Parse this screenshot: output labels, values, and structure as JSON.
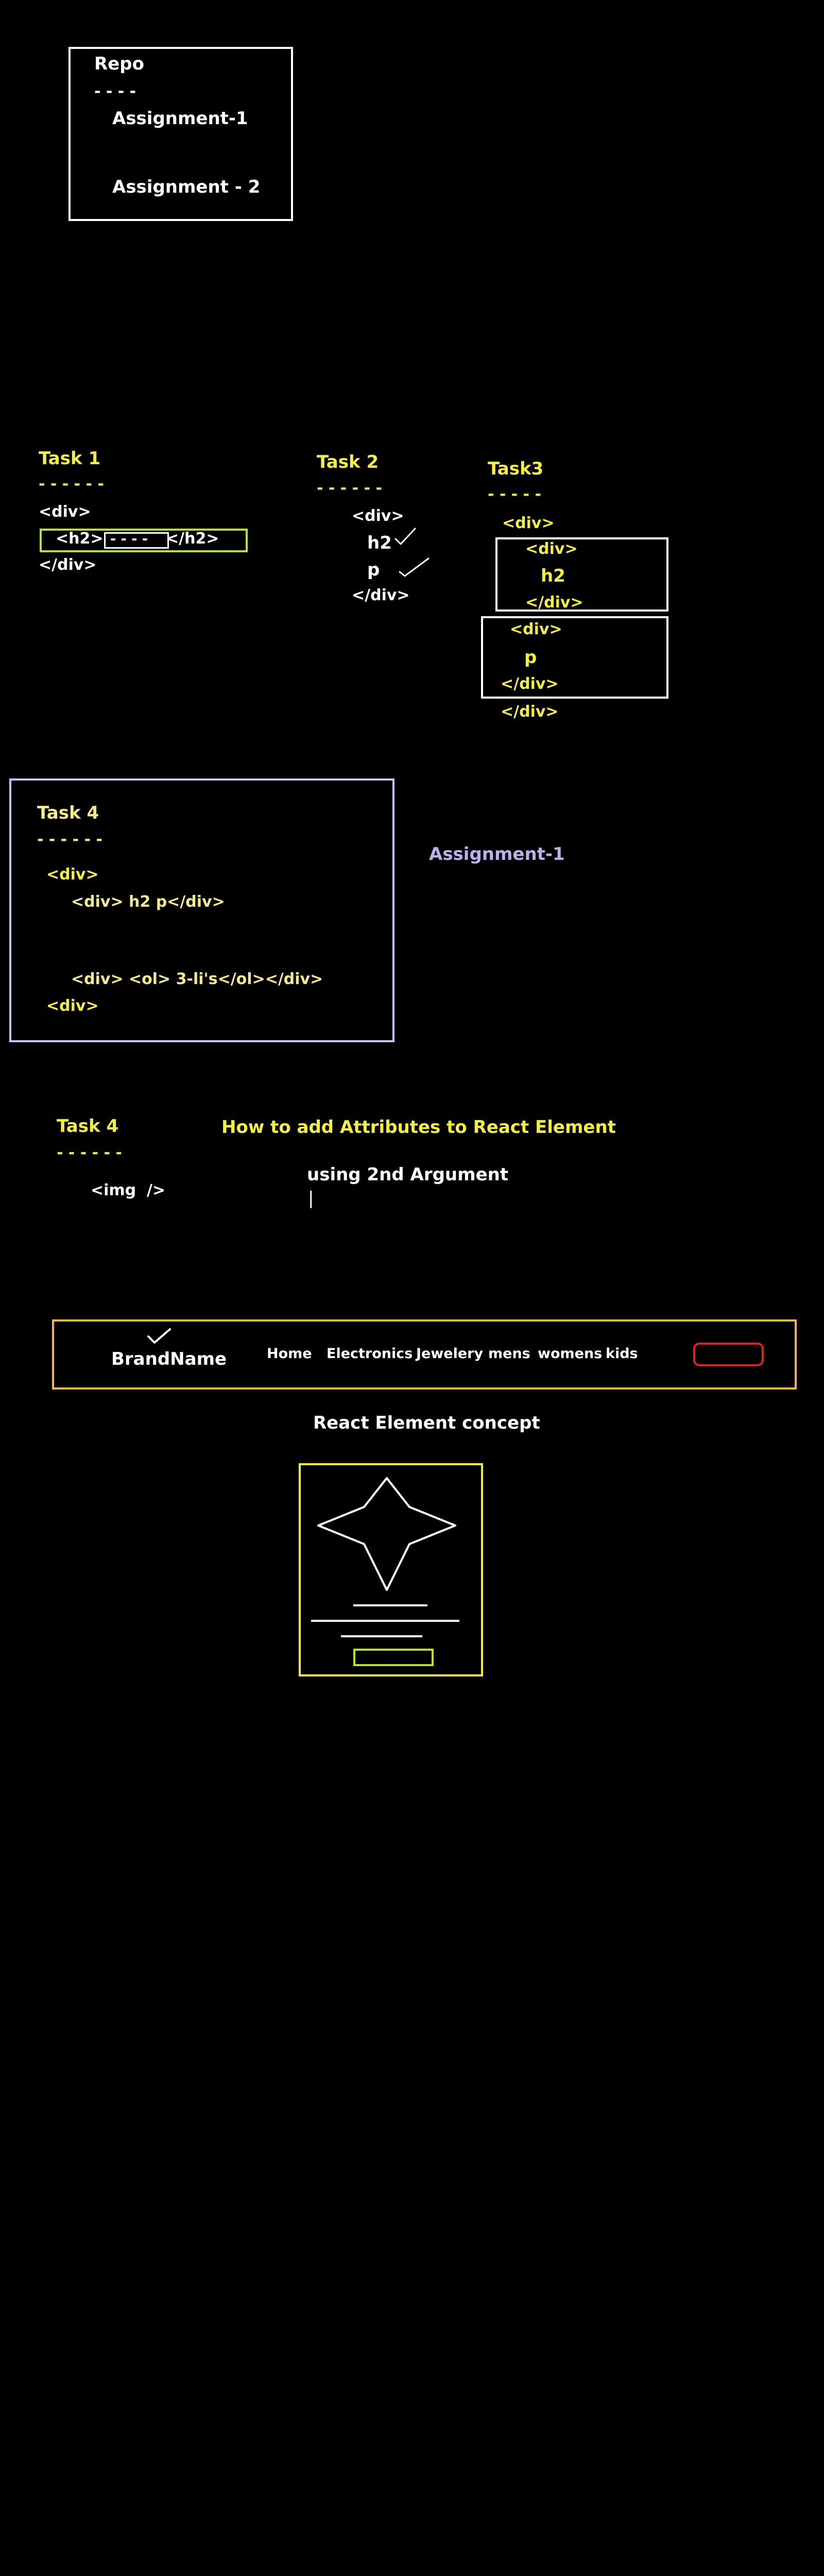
{
  "repo": {
    "title": "Repo",
    "dashes": "- - - -",
    "items": [
      "Assignment-1",
      "Assignment - 2"
    ]
  },
  "task1": {
    "title": "Task 1",
    "dashes": "- - - - - -",
    "open_div": "<div>",
    "h2_open": "<h2>",
    "h2_content": "- - - -",
    "h2_close": "</h2>",
    "close_div": "</div>"
  },
  "task2": {
    "title": "Task 2",
    "dashes": "- - - - - -",
    "open_div": "<div>",
    "h2": "h2",
    "p": "p",
    "close_div": "</div>"
  },
  "task3": {
    "title": "Task3",
    "dashes": "- - - - -",
    "outer_open": "<div>",
    "inner1_open": "<div>",
    "inner1_content": "h2",
    "inner1_close": "</div>",
    "inner2_open": "<div>",
    "inner2_content": "p",
    "inner2_close": "</div>",
    "outer_close": "</div>"
  },
  "task4": {
    "title": "Task 4",
    "dashes": "- - - - - -",
    "line1": "<div>",
    "line2": "<div> h2 p</div>",
    "line3": "<div> <ol> 3-li's</ol></div>",
    "line4": "<div>",
    "label": "Assignment-1"
  },
  "task4b": {
    "title": "Task 4",
    "dashes": "- - - - - -",
    "img": "<img  />",
    "heading": "How to add Attributes to React Element",
    "note": "using 2nd Argument",
    "cursor": "|"
  },
  "navbar": {
    "brand": "BrandName",
    "links": [
      "Home",
      "Electronics",
      "Jewelery",
      "mens",
      "womens",
      "kids"
    ]
  },
  "concept": {
    "title": "React Element concept"
  },
  "colors": {
    "background": "#000000",
    "yellow": "#f3ef3a",
    "white": "#ffffff",
    "green": "#b5e61d",
    "orange": "#f7b731",
    "red": "#e0201b",
    "lavender": "#b9b2ef"
  }
}
